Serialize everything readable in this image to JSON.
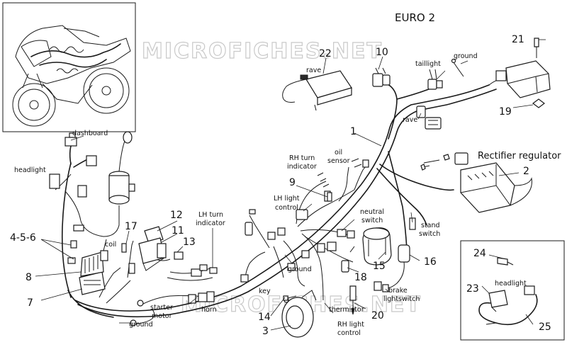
{
  "diagram": {
    "title": "EURO 2",
    "watermark": "MICROFICHES.NET",
    "labels": {
      "rave_top": "rave",
      "taillight": "taillight",
      "ground_top": "ground",
      "rave_mid": "rave",
      "dashboard": "dashboard",
      "headlight": "headlight",
      "rh_turn_indicator_1": "RH turn",
      "rh_turn_indicator_2": "indicator",
      "oil_sensor_1": "oil",
      "oil_sensor_2": "sensor",
      "rectifier_regulator": "Rectifier regulator",
      "lh_light_control_1": "LH light",
      "lh_light_control_2": "control",
      "lh_turn_indicator_1": "LH turn",
      "lh_turn_indicator_2": "indicator",
      "neutral_switch_1": "neutral",
      "neutral_switch_2": "switch",
      "stand_switch_1": "stand",
      "stand_switch_2": "switch",
      "coil": "coil",
      "ground_mid": "ground",
      "key": "key",
      "brake_lightswitch_1": "brake",
      "brake_lightswitch_2": "lightswitch",
      "thermistor": "thermistor",
      "starter_motor_1": "starter",
      "starter_motor_2": "motor",
      "horn": "horn",
      "ground_bottom": "ground",
      "rh_light_control_1": "RH light",
      "rh_light_control_2": "control",
      "headlight_inset": "headlight"
    },
    "callouts": {
      "n1": "1",
      "n2": "2",
      "n3": "3",
      "n456": "4-5-6",
      "n7": "7",
      "n8": "8",
      "n9": "9",
      "n10": "10",
      "n11": "11",
      "n12": "12",
      "n13": "13",
      "n14": "14",
      "n15": "15",
      "n16": "16",
      "n17": "17",
      "n18": "18",
      "n19": "19",
      "n20": "20",
      "n21": "21",
      "n22": "22",
      "n23": "23",
      "n24": "24",
      "n25": "25"
    }
  }
}
